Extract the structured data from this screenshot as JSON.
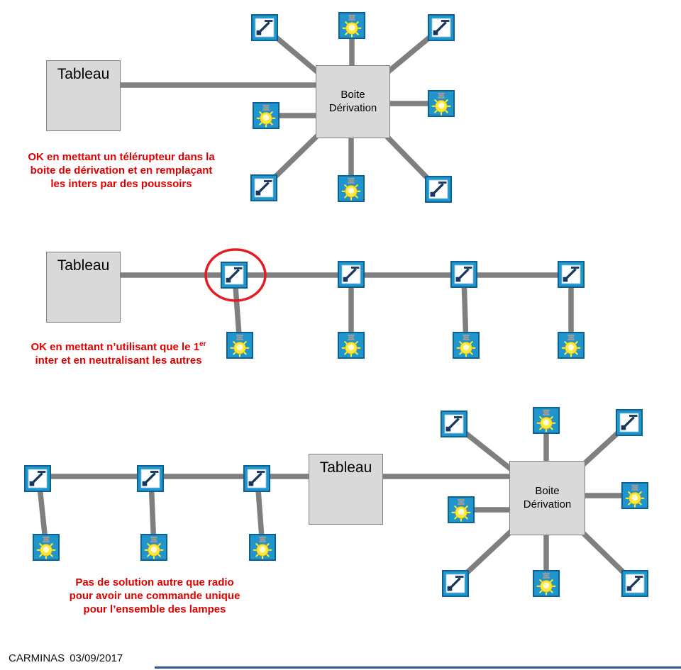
{
  "diagram1": {
    "tableau_label": "Tableau",
    "junction_label": "Boite Dérivation",
    "caption_lines": [
      "OK en mettant un télérupteur dans la",
      "boite de dérivation et en remplaçant",
      "les inters par des poussoirs"
    ]
  },
  "diagram2": {
    "tableau_label": "Tableau",
    "caption_line1_text": "OK en mettant n’utilisant que le 1",
    "caption_line1_sup": "er",
    "caption_line2": "inter et en neutralisant les autres"
  },
  "diagram3": {
    "tableau_label": "Tableau",
    "junction_label": "Boite Dérivation",
    "caption_lines": [
      "Pas de solution autre que radio",
      "pour avoir une commande unique",
      "pour l’ensemble des lampes"
    ]
  },
  "footer": {
    "credit": "CARMINAS",
    "date": "03/09/2017"
  },
  "icons": {
    "switch_name": "wall-switch-icon",
    "lamp_name": "lamp-icon"
  },
  "colors": {
    "wire_gray": "#7F7F7F",
    "box_fill": "#D9D9D9",
    "box_border": "#7F7F7F",
    "caption_red": "#E00000",
    "highlight_circle_red": "#E31B23",
    "icon_blue": "#2095CC",
    "icon_border_blue": "#0A5E94",
    "switch_glyph_navy": "#17375E",
    "bulb_yellow": "#FFE838",
    "bottom_rule_blue": "#2F5597"
  }
}
